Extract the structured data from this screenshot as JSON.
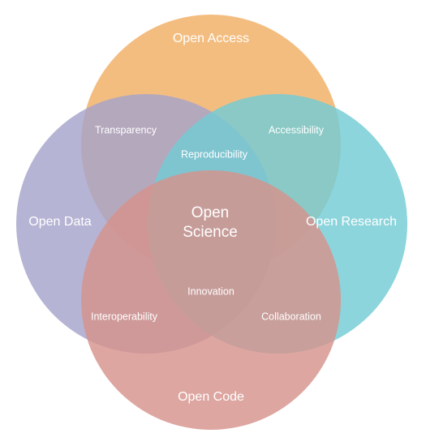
{
  "diagram": {
    "circles": [
      {
        "key": "access",
        "label": "Open Access",
        "color": "#f1ae64"
      },
      {
        "key": "data",
        "label": "Open Data",
        "color": "#a6a3cb"
      },
      {
        "key": "research",
        "label": "Open Research",
        "color": "#73ccd4"
      },
      {
        "key": "code",
        "label": "Open Code",
        "color": "#d6928c"
      }
    ],
    "overlaps": {
      "transparency": "Transparency",
      "accessibility": "Accessibility",
      "reproducibility": "Reproducibility",
      "interoperability": "Interoperability",
      "collaboration": "Collaboration",
      "innovation": "Innovation"
    },
    "center": {
      "line1": "Open",
      "line2": "Science"
    }
  }
}
